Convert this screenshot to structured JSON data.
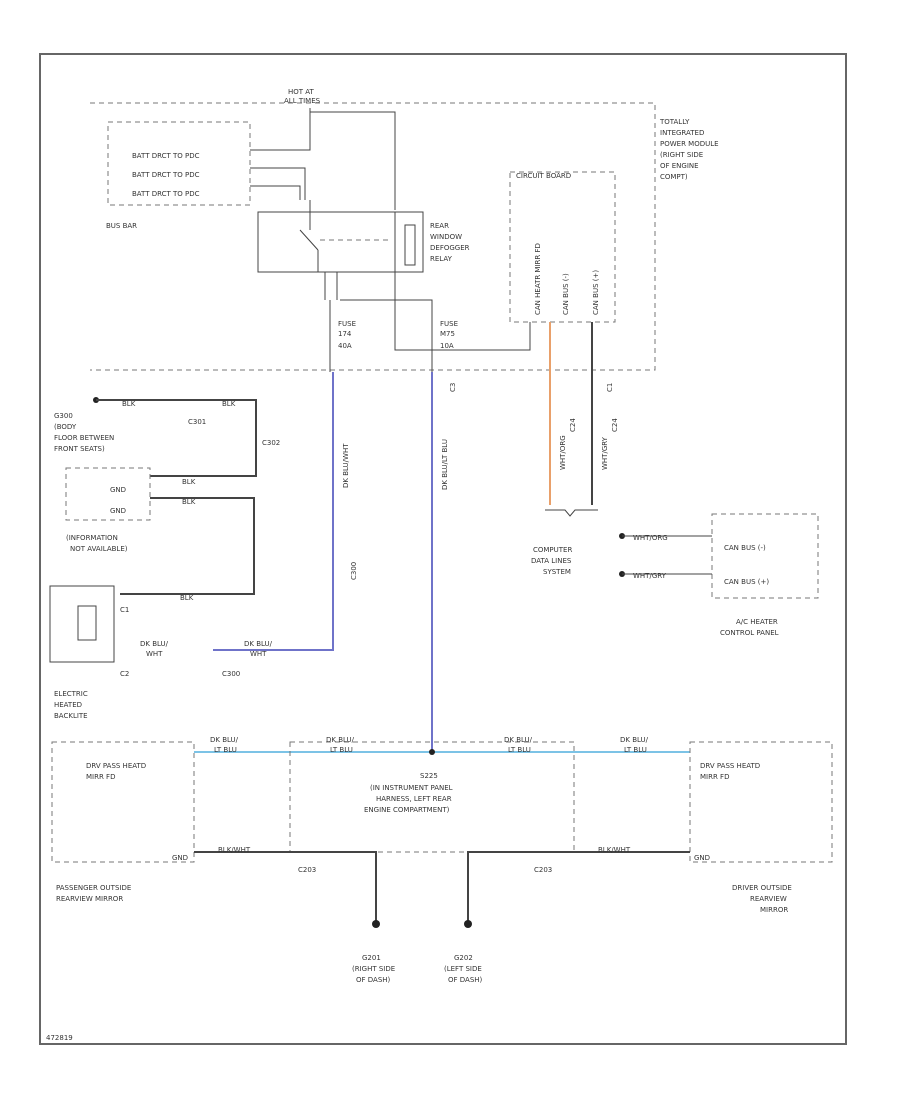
{
  "colors": {
    "blue_wire": "#6f73c9",
    "light_blue_wire": "#7cc3e6",
    "orange_wire": "#e9a06a",
    "line": "#444444",
    "frame": "#666666"
  },
  "labels": {
    "hot_at": "HOT AT",
    "all_times": "ALL TIMES",
    "module1": "TOTALLY",
    "module2": "INTEGRATED",
    "module3": "POWER MODULE",
    "module4": "(RIGHT SIDE",
    "module5": "OF ENGINE",
    "module6": "COMPT)",
    "batt1": "BATT DRCT TO PDC",
    "batt2": "BATT DRCT TO PDC",
    "batt3": "BATT DRCT TO PDC",
    "bus_bar": "BUS BAR",
    "circuit_board": "CIRCUIT BOARD",
    "relay1": "REAR",
    "relay2": "WINDOW",
    "relay3": "DEFOGGER",
    "relay4": "RELAY",
    "cb_pin1": "CAN HEATR MIRR FD",
    "cb_pin2": "CAN BUS (-)",
    "cb_pin3": "CAN BUS (+)",
    "fuse_a": "FUSE",
    "fuse_a_num": "174",
    "fuse_a_amp": "40A",
    "fuse_b": "FUSE",
    "fuse_b_num": "M75",
    "fuse_b_amp": "10A",
    "c3": "C3",
    "g300_1": "G300",
    "g300_2": "(BODY",
    "g300_3": "FLOOR BETWEEN",
    "g300_4": "FRONT SEATS)",
    "blk1": "BLK",
    "blk2": "BLK",
    "blk3": "BLK",
    "blk4": "BLK",
    "blk5": "BLK",
    "c300": "C300",
    "c301": "C301",
    "c302": "C302",
    "gnd1": "GND",
    "gnd2": "GND",
    "info1": "(INFORMATION",
    "info2": "NOT AVAILABLE)",
    "c1": "C1",
    "c2": "C2",
    "dkbl1": "DK BLU/",
    "wht1": "WHT",
    "dkbl2": "DK BLU/",
    "wht2": "WHT",
    "backlite1": "ELECTRIC",
    "backlite2": "HEATED",
    "backlite3": "BACKLITE",
    "vert_a": "DK BLU/WHT",
    "vert_b": "DK BLU/LT BLU",
    "can_w1": "WHT/ORG",
    "can_w2": "WHT/GRY",
    "c24a": "C24",
    "c24b": "C24",
    "c1b": "C1",
    "cdls1": "COMPUTER",
    "cdls2": "DATA LINES",
    "cdls3": "SYSTEM",
    "can_pin1": "CAN BUS (-)",
    "can_pin2": "CAN BUS (+)",
    "wo1": "WHT/ORG",
    "wo2": "WHT/GRY",
    "hvac1": "A/C HEATER",
    "hvac2": "CONTROL PANEL",
    "h1a": "DK BLU/",
    "h1b": "LT BLU",
    "h2a": "DK BLU/",
    "h2b": "LT BLU",
    "h3a": "DK BLU/",
    "h3b": "LT BLU",
    "h4a": "DK BLU/",
    "h4b": "LT BLU",
    "pmir1": "DRV PASS HEATD",
    "pmir2": "MIRR FD",
    "dmir1": "DRV PASS HEATD",
    "dmir2": "MIRR FD",
    "s225_1": "S225",
    "s225_2": "(IN INSTRUMENT PANEL",
    "s225_3": "HARNESS, LEFT REAR",
    "s225_4": "ENGINE COMPARTMENT)",
    "bw1": "BLK/WHT",
    "bw2": "BLK/WHT",
    "c203a": "C203",
    "c203b": "C203",
    "gnd3": "GND",
    "gnd4": "GND",
    "pos1": "PASSENGER OUTSIDE",
    "pos2": "REARVIEW MIRROR",
    "dos1": "DRIVER OUTSIDE",
    "dos2": "REARVIEW",
    "dos3": "MIRROR",
    "g201_1": "G201",
    "g201_2": "(RIGHT SIDE",
    "g201_3": "OF DASH)",
    "g202_1": "G202",
    "g202_2": "(LEFT SIDE",
    "g202_3": "OF DASH)",
    "code": "472819"
  }
}
